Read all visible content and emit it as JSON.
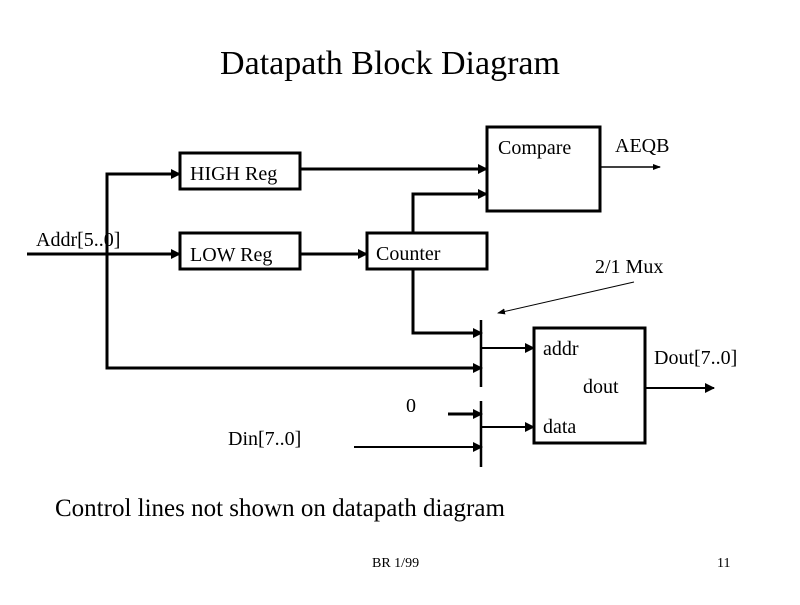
{
  "slide": {
    "title": "Datapath Block Diagram",
    "note": "Control lines not shown on datapath diagram",
    "footer_center": "BR 1/99",
    "page_number": "11"
  },
  "blocks": {
    "high_reg": "HIGH Reg",
    "low_reg": "LOW Reg",
    "counter": "Counter",
    "compare": "Compare",
    "memory_addr_port": "addr",
    "memory_data_port": "data",
    "memory_dout_port": "dout"
  },
  "signals": {
    "addr_in": "Addr[5..0]",
    "aeqb": "AEQB",
    "mux_label": "2/1 Mux",
    "zero": "0",
    "din": "Din[7..0]",
    "dout": "Dout[7..0]"
  },
  "colors": {
    "ink": "#000000",
    "background": "#ffffff"
  }
}
